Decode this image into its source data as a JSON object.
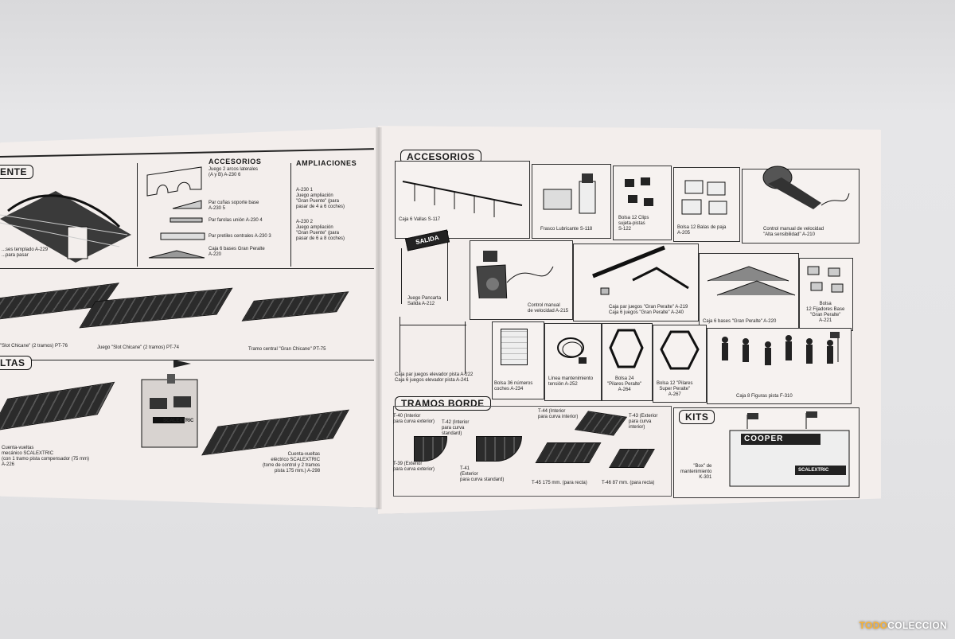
{
  "left_page": {
    "section_top_partial": "ENTE",
    "accesorios_title": "ACCESORIOS",
    "ampliaciones_title": "AMPLIACIONES",
    "accesorios_items": [
      "Juego 2 arcos laterales\n(A y B) A-230 6",
      "Par cuñas soporte base\nA-230 5",
      "Par farolas unión A-230 4",
      "Par pretiles centrales A-230 3",
      "Caja 6 bases Gran Peralte\nA-220"
    ],
    "ampliaciones_items": [
      "A-230 1\nJuego ampliación\n\"Gran Puente\" (para\npasar de 4 a 6 coches)",
      "A-230 2\nJuego ampliación\n\"Gran Puente\" (para\npasar de 6 a 8 coches)"
    ],
    "bridge_caption": "...ses templado A-229\n...para pasar",
    "chicane_captions": [
      "\"Slot Chicane\" (2 tramos) PT-76",
      "Juego \"Slot Chicane\" (2 tramos) PT-74",
      "Tramo central \"Gran Chicane\" PT-75"
    ],
    "section_bottom_partial": "LTAS",
    "lap_counter_mech": "Cuenta-vueltas\nmecánico SCALEXTRIC\n(con 1 tramo pista compensador (75 mm)\nA-226",
    "lap_counter_elec": "Cuenta-vueltas\neléctrico SCALEXTRIC\n(torre de control y 2 tramos\npista 175 mm.) A-298",
    "scalextric_tag": "SCALEXTRIC"
  },
  "right_page": {
    "accesorios_title": "ACCESORIOS",
    "items": [
      {
        "key": "vallas",
        "caption": "Caja 6 Vallas S-117"
      },
      {
        "key": "lubricante",
        "caption": "Frasco Lubricante S-118"
      },
      {
        "key": "clips",
        "caption": "Bolsa 12 Clips\nsujeta-pistas\nS-122"
      },
      {
        "key": "balas",
        "caption": "Bolsa 12 Balas de paja\nA-205"
      },
      {
        "key": "control_alta",
        "caption": "Control manual de velocidad\n\"Alta sensibilidad\" A-210"
      },
      {
        "key": "salida_banner",
        "label": "SALIDA",
        "caption": "Juego Pancarta\nSalida A-212"
      },
      {
        "key": "control_manual",
        "caption": "Control manual\nde velocidad A-215"
      },
      {
        "key": "gran_peralte_sets",
        "caption": "Caja par juegos \"Gran Peralte\" A-219\nCaja 6 juegos \"Gran Peralte\" A-240"
      },
      {
        "key": "bases_peralte",
        "caption": "Caja 6 bases \"Gran Peralte\" A-220"
      },
      {
        "key": "fijadores",
        "caption": "Bolsa\n12 Fijadores Base\n\"Gran Peralte\"\nA-221"
      },
      {
        "key": "elevador",
        "caption": "Caja par juegos elevador pista A-222\nCaja 6 juegos elevador pista A-241"
      },
      {
        "key": "numeros",
        "caption": "Bolsa 36 números\ncoches A-234"
      },
      {
        "key": "linea",
        "caption": "Línea mantenimiento\ntensión A-252"
      },
      {
        "key": "pilares_24",
        "caption": "Bolsa 24\n\"Pilares Peralte\"\nA-264"
      },
      {
        "key": "pilares_12",
        "caption": "Bolsa 12 \"Pilares\nSuper Peralte\"\nA-267"
      },
      {
        "key": "figuras",
        "caption": "Caja 8 Figuras pista F-310"
      }
    ],
    "tramos_title": "TRAMOS BORDE",
    "tramos_items": [
      "T-40 (Interior\npara curva exterior)",
      "T-42 (Interior\npara curva\nstandard)",
      "T-44 (Interior\npara curva interior)",
      "T-43 (Exterior\npara curva\ninterior)",
      "T-39 (Exterior\npara curva exterior)",
      "T-41\n(Exterior\npara curva standard)",
      "T-45 175 mm. (para recta)",
      "T-46 87 mm. (para recta)"
    ],
    "kits_title": "KITS",
    "kit_sign": "COOPER",
    "kit_tag": "SCALEXTRIC",
    "kit_caption": "\"Box\" de\nmantenimiento\nK-301"
  },
  "watermark": {
    "brand_a": "TODO",
    "brand_b": "COLECCION"
  },
  "colors": {
    "paper": "#f3eeec",
    "ink": "#1a1a1a",
    "background": "#e2e2e4"
  }
}
